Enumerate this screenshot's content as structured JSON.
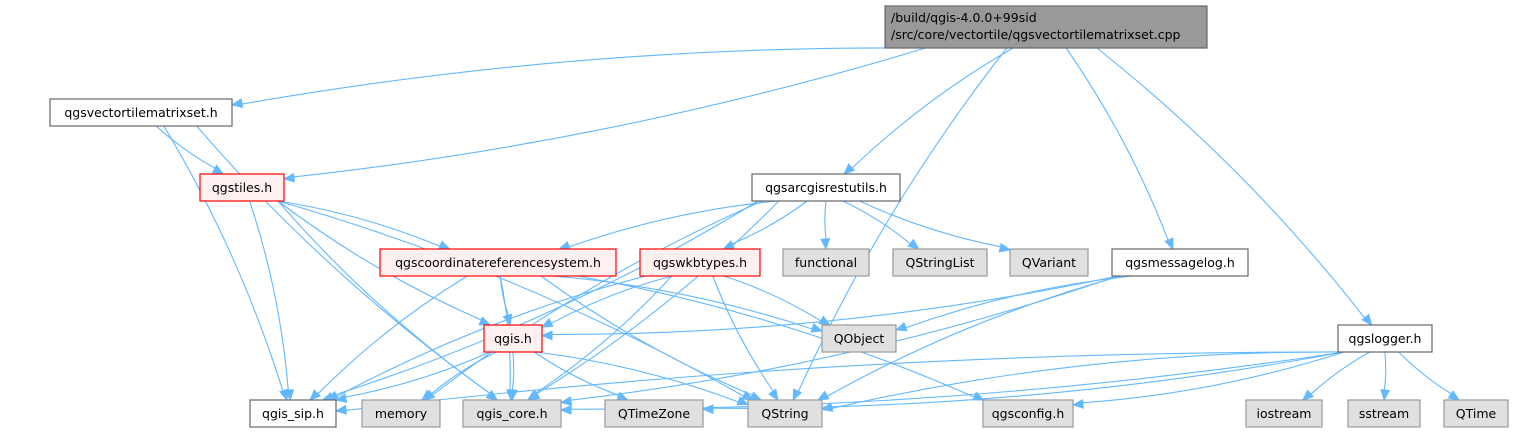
{
  "diagram": {
    "title": "Include dependency graph for qgsvectortilematrixset.cpp",
    "styles": {
      "root": {
        "fill": "#999999",
        "stroke": "#666666"
      },
      "plain": {
        "fill": "#ffffff",
        "stroke": "#666666"
      },
      "truncated": {
        "fill": "#fff0f0",
        "stroke": "#ff0000"
      },
      "system": {
        "fill": "#e0e0e0",
        "stroke": "#999999"
      },
      "edge_color": "#63b8ff"
    },
    "nodes": [
      {
        "id": "root",
        "lines": [
          "/build/qgis-4.0.0+99sid",
          "/src/core/vectortile/qgsvectortilematrixset.cpp"
        ],
        "kind": "root"
      },
      {
        "id": "matrixset_h",
        "lines": [
          "qgsvectortilematrixset.h"
        ],
        "kind": "plain"
      },
      {
        "id": "tiles_h",
        "lines": [
          "qgstiles.h"
        ],
        "kind": "truncated"
      },
      {
        "id": "arcgis_h",
        "lines": [
          "qgsarcgisrestutils.h"
        ],
        "kind": "plain"
      },
      {
        "id": "crs_h",
        "lines": [
          "qgscoordinatereferencesystem.h"
        ],
        "kind": "truncated"
      },
      {
        "id": "wkb_h",
        "lines": [
          "qgswkbtypes.h"
        ],
        "kind": "truncated"
      },
      {
        "id": "functional",
        "lines": [
          "functional"
        ],
        "kind": "system"
      },
      {
        "id": "qstringlist",
        "lines": [
          "QStringList"
        ],
        "kind": "system"
      },
      {
        "id": "qvariant",
        "lines": [
          "QVariant"
        ],
        "kind": "system"
      },
      {
        "id": "msglog_h",
        "lines": [
          "qgsmessagelog.h"
        ],
        "kind": "plain"
      },
      {
        "id": "qobject",
        "lines": [
          "QObject"
        ],
        "kind": "system"
      },
      {
        "id": "qgis_h",
        "lines": [
          "qgis.h"
        ],
        "kind": "truncated"
      },
      {
        "id": "logger_h",
        "lines": [
          "qgslogger.h"
        ],
        "kind": "plain"
      },
      {
        "id": "qgis_sip",
        "lines": [
          "qgis_sip.h"
        ],
        "kind": "plain"
      },
      {
        "id": "memory",
        "lines": [
          "memory"
        ],
        "kind": "system"
      },
      {
        "id": "qgis_core",
        "lines": [
          "qgis_core.h"
        ],
        "kind": "system"
      },
      {
        "id": "qtimezone",
        "lines": [
          "QTimeZone"
        ],
        "kind": "system"
      },
      {
        "id": "qstring",
        "lines": [
          "QString"
        ],
        "kind": "system"
      },
      {
        "id": "qgsconfig",
        "lines": [
          "qgsconfig.h"
        ],
        "kind": "system"
      },
      {
        "id": "iostream",
        "lines": [
          "iostream"
        ],
        "kind": "system"
      },
      {
        "id": "sstream",
        "lines": [
          "sstream"
        ],
        "kind": "system"
      },
      {
        "id": "qtime",
        "lines": [
          "QTime"
        ],
        "kind": "system"
      }
    ],
    "edges": [
      [
        "root",
        "matrixset_h"
      ],
      [
        "root",
        "tiles_h"
      ],
      [
        "root",
        "arcgis_h"
      ],
      [
        "root",
        "msglog_h"
      ],
      [
        "root",
        "qstring"
      ],
      [
        "root",
        "logger_h"
      ],
      [
        "matrixset_h",
        "tiles_h"
      ],
      [
        "matrixset_h",
        "qgis_sip"
      ],
      [
        "matrixset_h",
        "qgis_core"
      ],
      [
        "tiles_h",
        "crs_h"
      ],
      [
        "tiles_h",
        "qgis_h"
      ],
      [
        "tiles_h",
        "qgis_sip"
      ],
      [
        "tiles_h",
        "qgis_core"
      ],
      [
        "tiles_h",
        "qstring"
      ],
      [
        "arcgis_h",
        "crs_h"
      ],
      [
        "arcgis_h",
        "wkb_h"
      ],
      [
        "arcgis_h",
        "functional"
      ],
      [
        "arcgis_h",
        "qstringlist"
      ],
      [
        "arcgis_h",
        "qvariant"
      ],
      [
        "arcgis_h",
        "qgis_sip"
      ],
      [
        "arcgis_h",
        "memory"
      ],
      [
        "arcgis_h",
        "qgis_core"
      ],
      [
        "crs_h",
        "qgis_h"
      ],
      [
        "crs_h",
        "qobject"
      ],
      [
        "crs_h",
        "qgis_sip"
      ],
      [
        "crs_h",
        "qgis_core"
      ],
      [
        "crs_h",
        "qstring"
      ],
      [
        "crs_h",
        "qgsconfig"
      ],
      [
        "wkb_h",
        "qgis_h"
      ],
      [
        "wkb_h",
        "qobject"
      ],
      [
        "wkb_h",
        "qgis_sip"
      ],
      [
        "wkb_h",
        "qgis_core"
      ],
      [
        "wkb_h",
        "qstring"
      ],
      [
        "msglog_h",
        "qgis_h"
      ],
      [
        "msglog_h",
        "qobject"
      ],
      [
        "msglog_h",
        "qgis_core"
      ],
      [
        "msglog_h",
        "qstring"
      ],
      [
        "qgis_h",
        "qgis_sip"
      ],
      [
        "qgis_h",
        "memory"
      ],
      [
        "qgis_h",
        "qgis_core"
      ],
      [
        "qgis_h",
        "qtimezone"
      ],
      [
        "qgis_h",
        "qstring"
      ],
      [
        "logger_h",
        "qgis_sip"
      ],
      [
        "logger_h",
        "qgis_core"
      ],
      [
        "logger_h",
        "qstring"
      ],
      [
        "logger_h",
        "qgsconfig"
      ],
      [
        "logger_h",
        "iostream"
      ],
      [
        "logger_h",
        "sstream"
      ],
      [
        "logger_h",
        "qtime"
      ],
      [
        "logger_h",
        "qtimezone"
      ]
    ]
  }
}
